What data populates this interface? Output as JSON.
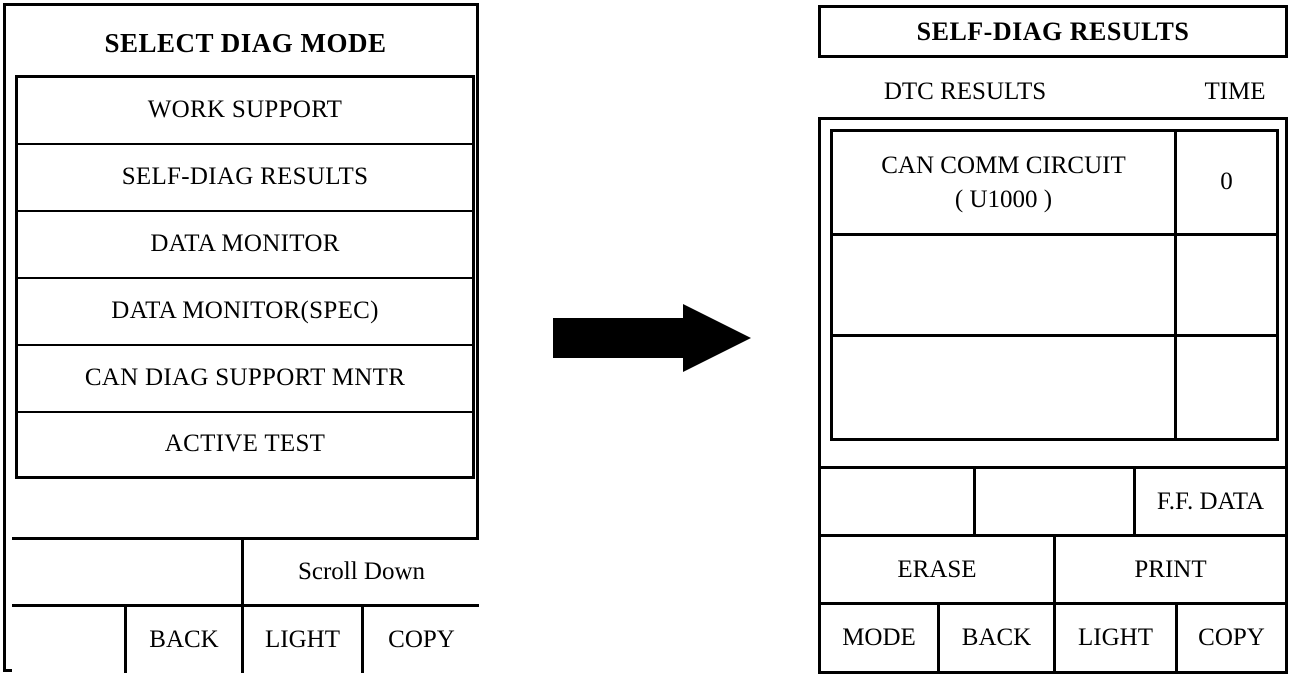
{
  "left_screen": {
    "title": "SELECT DIAG MODE",
    "menu_items": [
      {
        "label": "WORK SUPPORT"
      },
      {
        "label": "SELF-DIAG RESULTS"
      },
      {
        "label": "DATA MONITOR"
      },
      {
        "label": "DATA MONITOR(SPEC)"
      },
      {
        "label": "CAN DIAG SUPPORT MNTR"
      },
      {
        "label": "ACTIVE TEST"
      }
    ],
    "scroll_row": {
      "left_blank": "",
      "scroll_down": "Scroll Down"
    },
    "bottom_bar": [
      {
        "label": ""
      },
      {
        "label": "BACK"
      },
      {
        "label": "LIGHT"
      },
      {
        "label": "COPY"
      }
    ]
  },
  "arrow": {
    "icon": "arrow-right-icon",
    "color": "#000000"
  },
  "right_screen": {
    "title": "SELF-DIAG RESULTS",
    "column_headers": {
      "dtc_results": "DTC RESULTS",
      "time": "TIME"
    },
    "dtc_rows": [
      {
        "name_line1": "CAN COMM CIRCUIT",
        "name_line2": "( U1000 )",
        "time": "0"
      },
      {
        "name_line1": "",
        "name_line2": "",
        "time": ""
      },
      {
        "name_line1": "",
        "name_line2": "",
        "time": ""
      }
    ],
    "ff_row": [
      {
        "label": ""
      },
      {
        "label": ""
      },
      {
        "label": "F.F. DATA"
      }
    ],
    "action_row": [
      {
        "label": "ERASE"
      },
      {
        "label": "PRINT"
      }
    ],
    "bottom_bar": [
      {
        "label": "MODE"
      },
      {
        "label": "BACK"
      },
      {
        "label": "LIGHT"
      },
      {
        "label": "COPY"
      }
    ]
  },
  "colors": {
    "background": "#ffffff",
    "foreground": "#000000"
  }
}
